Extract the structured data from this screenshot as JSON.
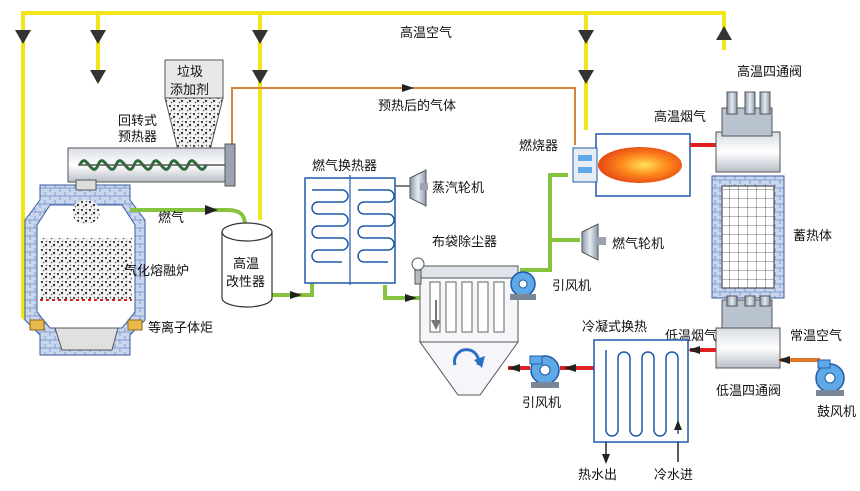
{
  "colors": {
    "hot_air": "#f2e61a",
    "preheated_gas": "#d9823a",
    "fuel_gas": "#86c440",
    "flue_hot": "#e02020",
    "water": "#2b6fc2",
    "equipment_frame": "#1f5aa8",
    "refractory": "#6f8fc9"
  },
  "labels": {
    "high_temp_air": "高温空气",
    "high_temp_4way_valve": "高温四通阀",
    "waste_additive": "垃圾添加剂",
    "waste": "垃圾",
    "additive": "添加剂",
    "rotary_preheater_line1": "回转式",
    "rotary_preheater_line2": "预热器",
    "preheated_gas": "预热后的气体",
    "high_temp_flue": "高温烟气",
    "burner": "燃烧器",
    "gas_heat_exchanger": "燃气换热器",
    "steam_turbine": "蒸汽轮机",
    "syngas": "燃气",
    "bag_filter": "布袋除尘器",
    "gas_turbine": "燃气轮机",
    "reformer_line1": "高温",
    "reformer_line2": "改性器",
    "regenerator": "蓄热体",
    "gasification_furnace": "气化熔融炉",
    "induced_fan_mid": "引风机",
    "plasma_torch": "等离子体炬",
    "condensing_exchanger": "冷凝式换热",
    "low_temp_flue": "低温烟气",
    "ambient_air": "常温空气",
    "induced_fan_bottom": "引风机",
    "low_temp_4way_valve": "低温四通阀",
    "blower": "鼓风机",
    "hot_water_out": "热水出",
    "cold_water_in": "冷水进"
  }
}
